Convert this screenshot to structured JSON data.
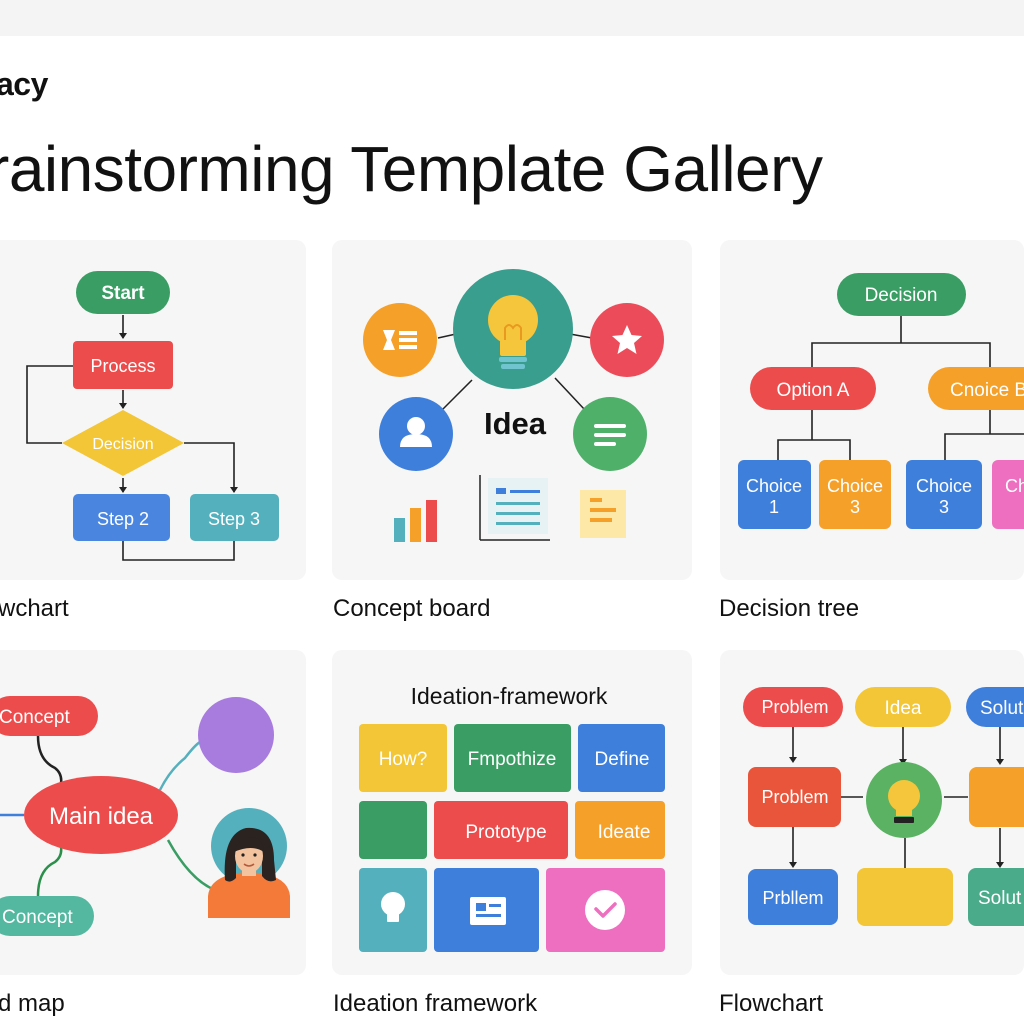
{
  "brand": "acy",
  "page_title": "rainstorming Template Gallery",
  "cards": {
    "flowchart": {
      "caption": "wchart",
      "nodes": {
        "start": "Start",
        "process": "Process",
        "decision": "Decision",
        "step2": "Step 2",
        "step3": "Step 3"
      }
    },
    "concept_board": {
      "caption": "Concept board",
      "center_label": "Idea"
    },
    "decision_tree": {
      "caption": "Decision tree",
      "nodes": {
        "root": "Decision",
        "option_a": "Option A",
        "option_b": "Cnoice B",
        "choice1_l1": "Choice",
        "choice1_l2": "1",
        "choice2_l1": "Choice",
        "choice2_l2": "3",
        "choice3_l1": "Choice",
        "choice3_l2": "3",
        "choice4_l1": "Ch"
      }
    },
    "mind_map": {
      "caption": "d map",
      "nodes": {
        "top": "Concept",
        "center": "Main idea",
        "bottom": "Concept"
      }
    },
    "ideation_framework": {
      "caption": "Ideation framework",
      "header": "Ideation-framework",
      "tiles": {
        "how": "How?",
        "empathize": "Fmpothize",
        "define": "Define",
        "prototype": "Prototype",
        "ideate": "Ideate"
      }
    },
    "flowchart2": {
      "caption": "Flowchart",
      "nodes": {
        "problem_top": "Problem",
        "idea": "Idea",
        "solution_top": "Solut",
        "problem_mid": "Problem",
        "problem_bot": "Prbllem",
        "solution_bot": "Solut"
      }
    }
  },
  "colors": {
    "green": "#3a9e64",
    "red": "#ec4c4c",
    "yellow": "#f2c636",
    "blue": "#4a86e0",
    "teal": "#54b0bd",
    "orange": "#f5a029",
    "purple": "#a87bde",
    "pink": "#ee6fc0"
  }
}
